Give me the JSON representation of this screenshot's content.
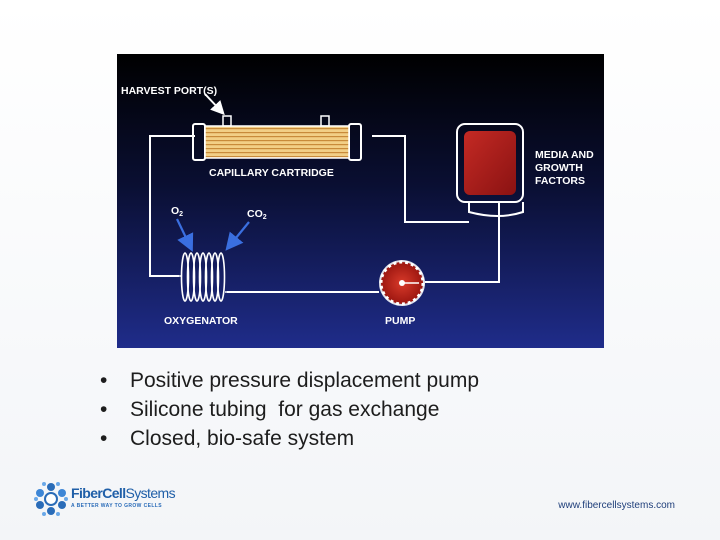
{
  "diagram": {
    "labels": {
      "harvest_ports": "HARVEST  PORT(S)",
      "capillary_cartridge": "CAPILLARY CARTRIDGE",
      "media_line1": "MEDIA AND",
      "media_line2": "GROWTH",
      "media_line3": "FACTORS",
      "o2": "O",
      "o2_sub": "2",
      "co2": "CO",
      "co2_sub": "2",
      "oxygenator": "OXYGENATOR",
      "pump": "PUMP"
    },
    "colors": {
      "background_top": "#000000",
      "background_bottom": "#1f2c8a",
      "line": "#ffffff",
      "cartridge_fill": "#e8b860",
      "media_red": "#a8181c",
      "pump_red": "#c0201a",
      "arrow_blue": "#3a6fe0"
    }
  },
  "bullets": [
    "Positive pressure displacement pump",
    "Silicone tubing  for gas exchange",
    "Closed, bio-safe system"
  ],
  "logo": {
    "name_part1": "FiberCell",
    "name_part2": "Systems",
    "tagline": "A BETTER WAY TO GROW CELLS",
    "icon": "cell-cluster-icon"
  },
  "website": "www.fibercellsystems.com"
}
